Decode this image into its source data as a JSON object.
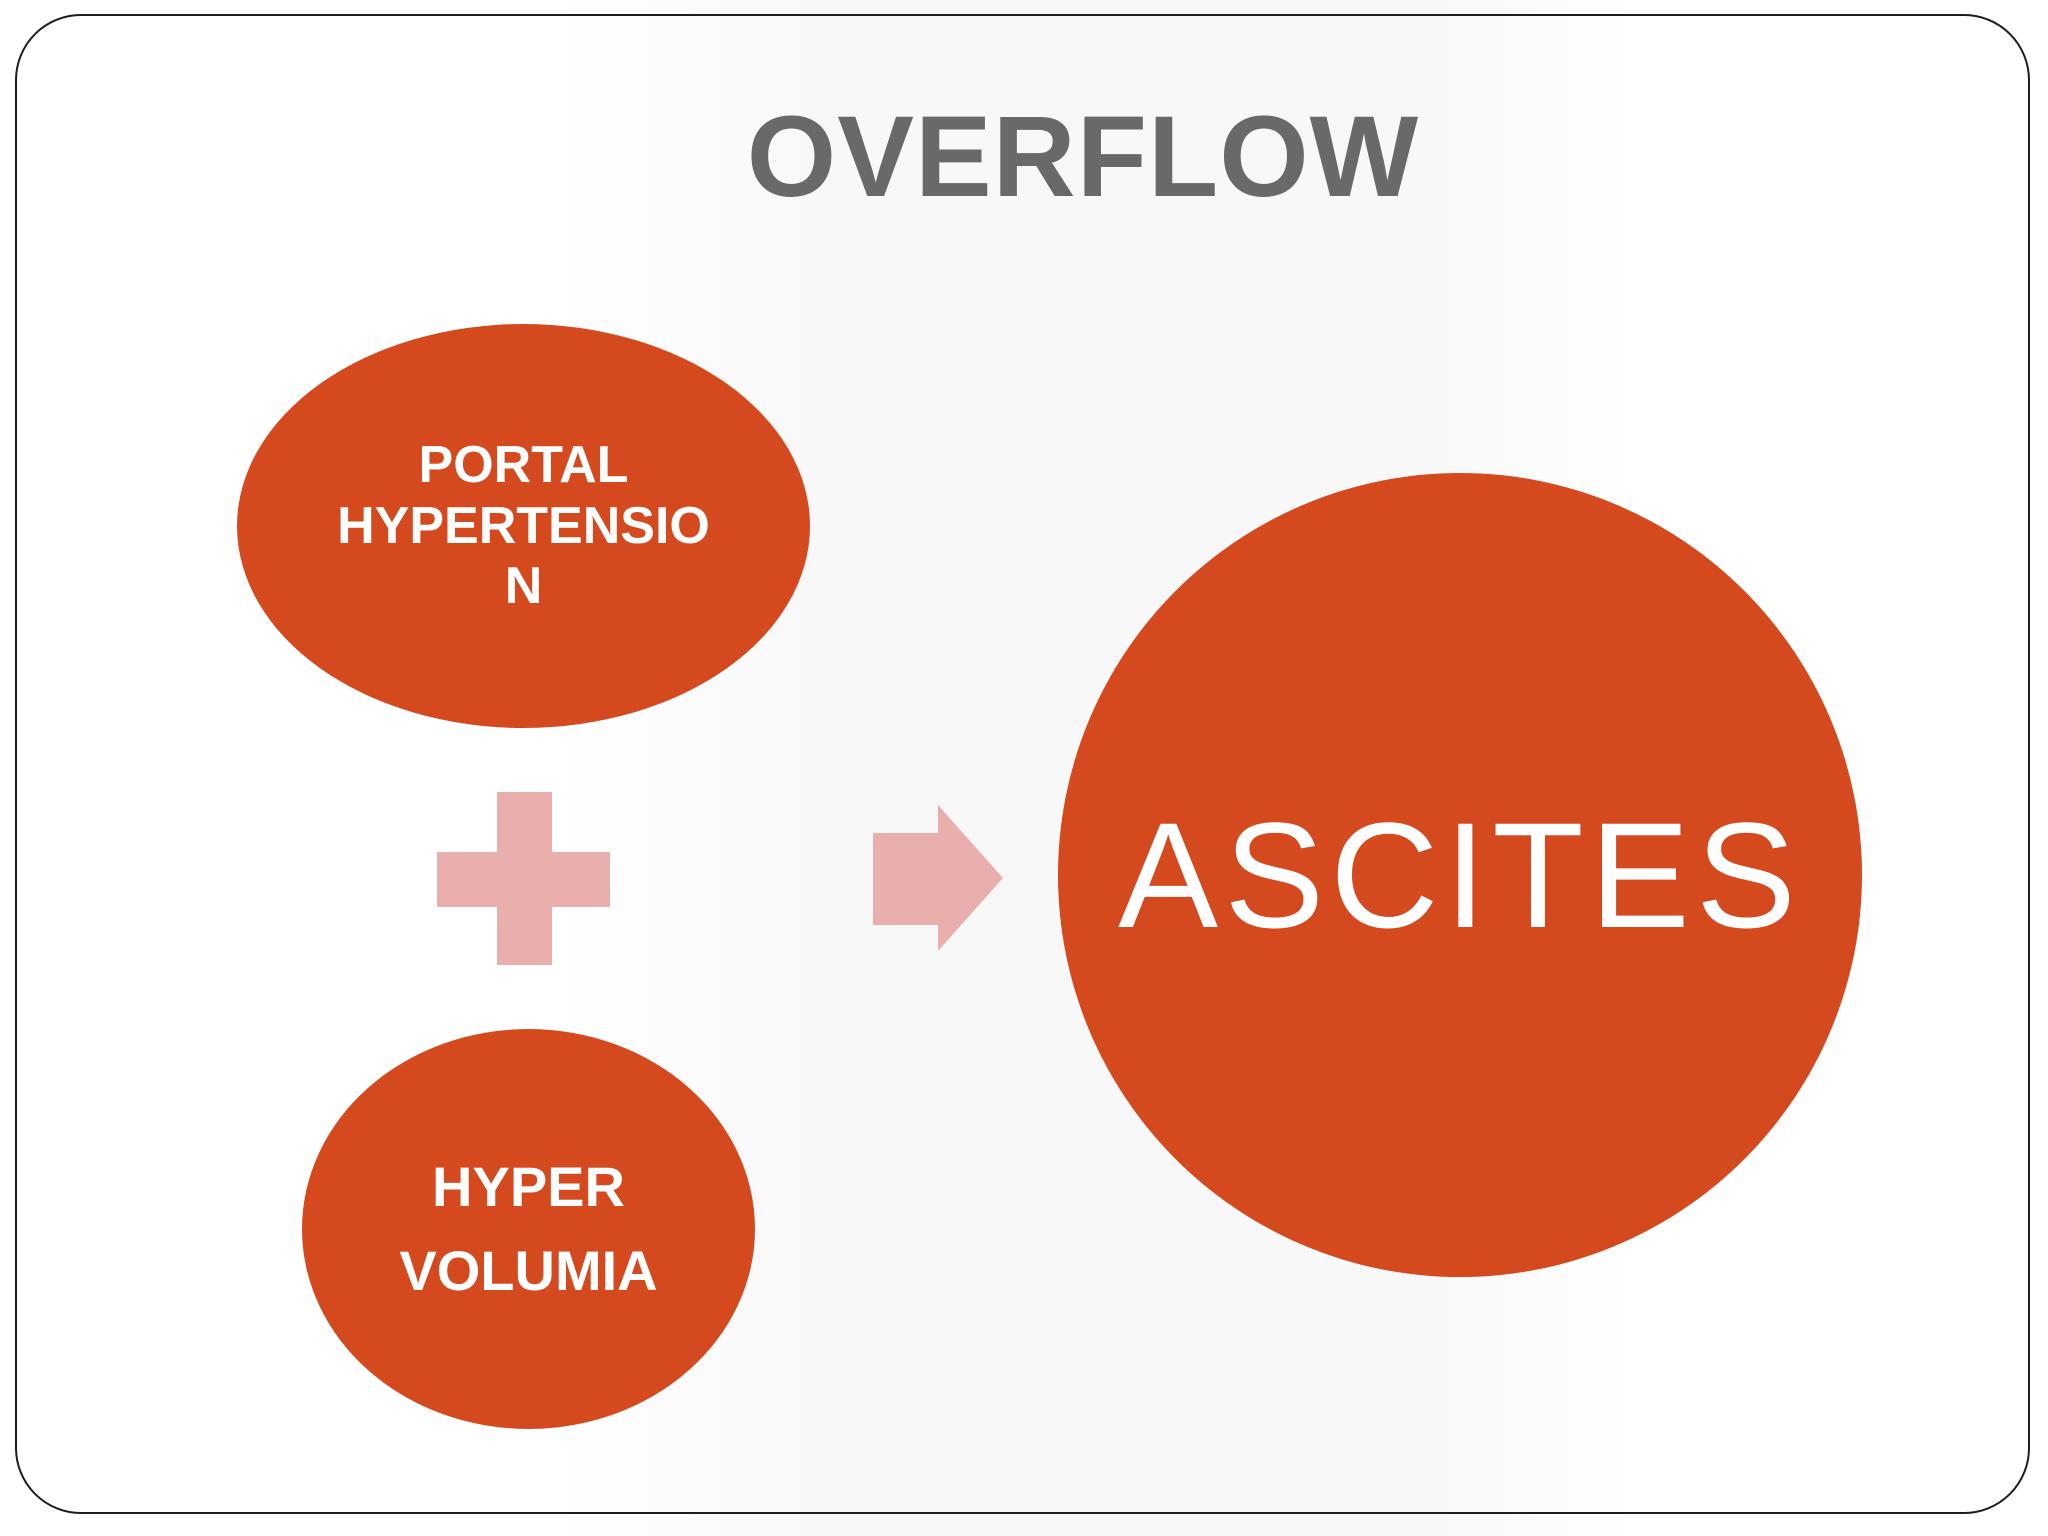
{
  "slide": {
    "title": "OVERFLOW",
    "shapes": {
      "portal_hypertension": {
        "label": "PORTAL\nHYPERTENSIO\nN"
      },
      "hypervolumia": {
        "label": "HYPER\nVOLUMIA"
      },
      "ascites": {
        "label": "ASCITES"
      }
    },
    "connectors": {
      "plus": "plus-sign-icon",
      "arrow": "arrow-right-icon"
    },
    "colors": {
      "shape_fill": "#d4491d",
      "connector_fill": "#e9afac",
      "title_color": "#696969",
      "shape_text": "#ffffff",
      "border_color": "#1e1e1e",
      "background": "#ffffff"
    }
  }
}
